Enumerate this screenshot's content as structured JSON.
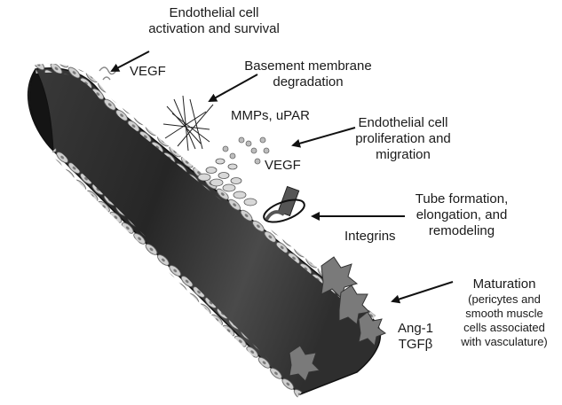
{
  "stages": {
    "activation": {
      "lines": [
        "Endothelial cell",
        "activation and survival"
      ],
      "factor": "VEGF"
    },
    "degradation": {
      "lines": [
        "Basement membrane",
        "degradation"
      ],
      "factor": "MMPs, uPAR"
    },
    "proliferation": {
      "lines": [
        "Endothelial cell",
        "proliferation and",
        "migration"
      ],
      "factor": "VEGF"
    },
    "tube": {
      "lines": [
        "Tube formation,",
        "elongation, and",
        "remodeling"
      ],
      "factor": "Integrins"
    },
    "maturation": {
      "title": "Maturation",
      "lines": [
        "(pericytes and",
        "smooth muscle",
        "cells associated",
        "with vasculature)"
      ],
      "factors": [
        "Ang-1",
        "TGFβ"
      ]
    }
  },
  "colors": {
    "vessel_dark": "#2a2a2a",
    "vessel_light": "#6a6a6a",
    "ink": "#1a1a1a"
  }
}
